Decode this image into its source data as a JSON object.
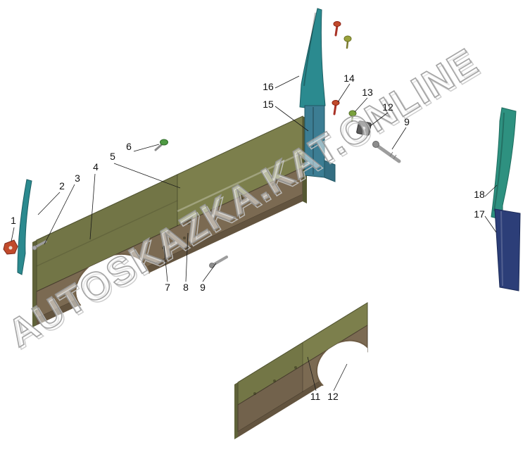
{
  "watermark": {
    "text": "AUTOSKAZKA.KAT.ONLINE"
  },
  "labels": {
    "n1": "1",
    "n2": "2",
    "n3": "3",
    "n4": "4",
    "n5": "5",
    "n6": "6",
    "n7": "7",
    "n8": "8",
    "n9a": "9",
    "n9b": "9",
    "n11": "11",
    "n12a": "12",
    "n12b": "12",
    "n13": "13",
    "n14": "14",
    "n15": "15",
    "n16": "16",
    "n17": "17",
    "n18": "18"
  },
  "colors": {
    "panel_olive": "#7c7f4c",
    "panel_brown": "#7b6a52",
    "panel_brown_dark": "#63543f",
    "trim_teal": "#2b8a8f",
    "trim_blue": "#3c7d93",
    "pillar_green": "#2e9180",
    "panel_navy": "#2c3e78",
    "fastener_red": "#c14a2b",
    "fastener_olive": "#9aa23b",
    "fastener_green": "#79a13c",
    "metal_gray": "#9d9d9d",
    "plate_gray": "#5a5a5a",
    "arch_rim": "#6f5d45",
    "watermark_gray": "#9a9a9a"
  }
}
